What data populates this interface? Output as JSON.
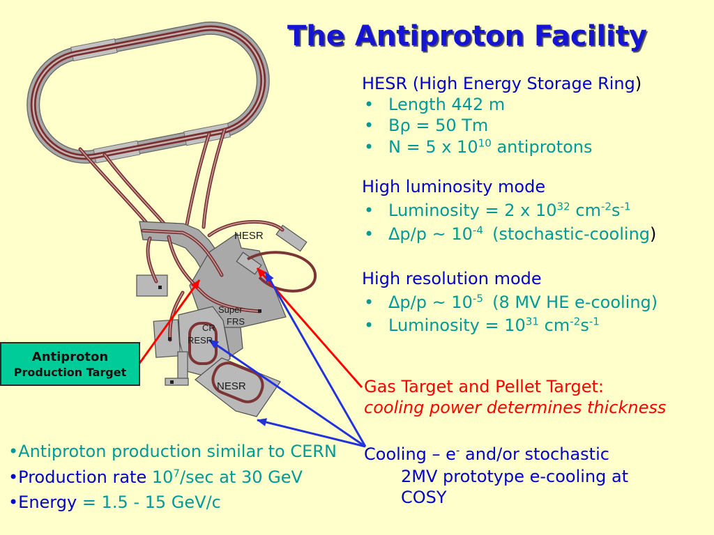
{
  "colors": {
    "background": "#ffffcc",
    "title_blue": "#1414d2",
    "heading_blue": "#0000cc",
    "value_teal": "#009999",
    "target_red": "#ff0000",
    "arrow_blue": "#2233dd",
    "box_green": "#00cc99"
  },
  "title": "The Antiproton Facility",
  "hesr": {
    "heading": "HESR (High Energy Storage Ring",
    "heading_close": ")",
    "bullet": "•",
    "length": "Length 442 m",
    "brho": "Bρ = 50 Tm",
    "n_text": "N = 5 x 10",
    "n_exp": "10",
    "n_unit": " antiprotons"
  },
  "high_luminosity": {
    "heading": "High luminosity mode",
    "lum_text": "Luminosity = 2 x 10",
    "lum_exp": "32",
    "lum_cm": " cm",
    "lum_cm_exp": "-2",
    "lum_s": "s",
    "lum_s_exp": "-1",
    "dp_text": "Δp/p ~ 10",
    "dp_exp": "-4",
    "dp_note": "(stochastic-cooling",
    "dp_note_close": ")"
  },
  "high_resolution": {
    "heading": "High resolution mode",
    "dp_text": "Δp/p ~ 10",
    "dp_exp": "-5",
    "dp_note": "(8 MV HE e-cooling)",
    "lum_text": "Luminosity = 10",
    "lum_exp": "31",
    "lum_cm": " cm",
    "lum_cm_exp": "-2",
    "lum_s": "s",
    "lum_s_exp": "-1"
  },
  "internal_targets": {
    "line1": "Gas Target and Pellet Target:",
    "line2": "cooling power determines thickness"
  },
  "cooling": {
    "line1_text": "Cooling – e",
    "line1_sup": "-",
    "line1_rest": " and/or stochastic",
    "line2": "2MV prototype e-cooling at",
    "line3": "COSY"
  },
  "production": {
    "bullet": "•",
    "line1": "Antiproton production similar to CERN",
    "rate_label": "Production rate",
    "rate_base": " 10",
    "rate_exp": "7",
    "rate_rest": "/sec at 30 GeV",
    "energy_label": "Energy",
    "energy_value": " = 1.5 - 15 GeV/c"
  },
  "production_target_box": {
    "line1": "Antiproton",
    "line2": "Production Target"
  },
  "diagram_labels": {
    "hesr": "HESR",
    "super": "Super",
    "frs": "FRS",
    "cr": "CR",
    "resr": "RESR",
    "nesr": "NESR"
  }
}
